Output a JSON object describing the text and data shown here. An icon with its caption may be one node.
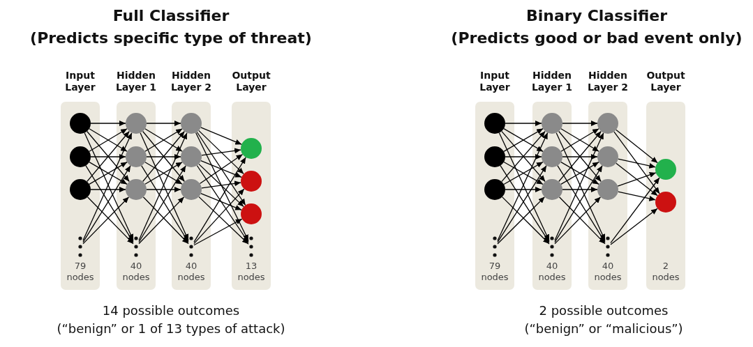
{
  "diagram": {
    "nodes": [
      {
        "text": [
          "Input Layer",
          "79 nodes"
        ]
      },
      {
        "text": [],
        "shape": "circle",
        "in": 0
      },
      {
        "text": [],
        "shape": "circle",
        "in": 0
      },
      {
        "text": [],
        "shape": "circle",
        "in": 0
      },
      {
        "text": [],
        "shape": "ellipsis",
        "in": 0
      },
      {
        "text": [
          "Hidden Layer 1",
          "40 nodes"
        ]
      },
      {
        "text": [],
        "shape": "circle",
        "in": 5
      },
      {
        "text": [],
        "shape": "circle",
        "in": 5
      },
      {
        "text": [],
        "shape": "circle",
        "in": 5
      },
      {
        "text": [],
        "shape": "ellipsis",
        "in": 5
      },
      {
        "text": [
          "Hidden Layer 2",
          "40 nodes"
        ]
      },
      {
        "text": [],
        "shape": "circle",
        "in": 10
      },
      {
        "text": [],
        "shape": "circle",
        "in": 10
      },
      {
        "text": [],
        "shape": "circle",
        "in": 10
      },
      {
        "text": [],
        "shape": "ellipsis",
        "in": 10
      },
      {
        "text": [
          "Output Layer",
          "13 nodes"
        ]
      },
      {
        "text": [],
        "shape": "circle",
        "in": 15
      },
      {
        "text": [],
        "shape": "circle",
        "in": 15
      },
      {
        "text": [],
        "shape": "circle",
        "in": 15
      },
      {
        "text": [],
        "shape": "ellipsis",
        "in": 15
      },
      {
        "text": [
          "Input Layer",
          "79 nodes"
        ]
      },
      {
        "text": [],
        "shape": "circle",
        "in": 20
      },
      {
        "text": [],
        "shape": "circle",
        "in": 20
      },
      {
        "text": [],
        "shape": "circle",
        "in": 20
      },
      {
        "text": [],
        "shape": "ellipsis",
        "in": 20
      },
      {
        "text": [
          "Hidden Layer 1",
          "40 nodes"
        ]
      },
      {
        "text": [],
        "shape": "circle",
        "in": 25
      },
      {
        "text": [],
        "shape": "circle",
        "in": 25
      },
      {
        "text": [],
        "shape": "circle",
        "in": 25
      },
      {
        "text": [],
        "shape": "ellipsis",
        "in": 25
      },
      {
        "text": [
          "Hidden Layer 2",
          "40 nodes"
        ]
      },
      {
        "text": [],
        "shape": "circle",
        "in": 30
      },
      {
        "text": [],
        "shape": "circle",
        "in": 30
      },
      {
        "text": [],
        "shape": "circle",
        "in": 30
      },
      {
        "text": [],
        "shape": "ellipsis",
        "in": 30
      },
      {
        "text": [
          "Output Layer",
          "2 nodes"
        ]
      },
      {
        "text": [],
        "shape": "circle",
        "in": 35
      },
      {
        "text": [],
        "shape": "circle",
        "in": 35
      }
    ],
    "edges": [
      {
        "from": 1,
        "to": 6,
        "arrow": "to"
      },
      {
        "from": 1,
        "to": 7,
        "arrow": "to"
      },
      {
        "from": 1,
        "to": 8,
        "arrow": "to"
      },
      {
        "from": 1,
        "to": 9,
        "arrow": "to"
      },
      {
        "from": 2,
        "to": 6,
        "arrow": "to"
      },
      {
        "from": 2,
        "to": 7,
        "arrow": "to"
      },
      {
        "from": 2,
        "to": 8,
        "arrow": "to"
      },
      {
        "from": 2,
        "to": 9,
        "arrow": "to"
      },
      {
        "from": 3,
        "to": 6,
        "arrow": "to"
      },
      {
        "from": 3,
        "to": 7,
        "arrow": "to"
      },
      {
        "from": 3,
        "to": 8,
        "arrow": "to"
      },
      {
        "from": 3,
        "to": 9,
        "arrow": "to"
      },
      {
        "from": 4,
        "to": 6,
        "arrow": "to"
      },
      {
        "from": 4,
        "to": 7,
        "arrow": "to"
      },
      {
        "from": 4,
        "to": 8,
        "arrow": "to"
      },
      {
        "from": 6,
        "to": 11,
        "arrow": "to"
      },
      {
        "from": 6,
        "to": 12,
        "arrow": "to"
      },
      {
        "from": 6,
        "to": 13,
        "arrow": "to"
      },
      {
        "from": 6,
        "to": 14,
        "arrow": "to"
      },
      {
        "from": 7,
        "to": 11,
        "arrow": "to"
      },
      {
        "from": 7,
        "to": 12,
        "arrow": "to"
      },
      {
        "from": 7,
        "to": 13,
        "arrow": "to"
      },
      {
        "from": 7,
        "to": 14,
        "arrow": "to"
      },
      {
        "from": 8,
        "to": 11,
        "arrow": "to"
      },
      {
        "from": 8,
        "to": 12,
        "arrow": "to"
      },
      {
        "from": 8,
        "to": 13,
        "arrow": "to"
      },
      {
        "from": 8,
        "to": 14,
        "arrow": "to"
      },
      {
        "from": 9,
        "to": 11,
        "arrow": "to"
      },
      {
        "from": 9,
        "to": 12,
        "arrow": "to"
      },
      {
        "from": 9,
        "to": 13,
        "arrow": "to"
      },
      {
        "from": 11,
        "to": 16,
        "arrow": "to"
      },
      {
        "from": 11,
        "to": 17,
        "arrow": "to"
      },
      {
        "from": 11,
        "to": 18,
        "arrow": "to"
      },
      {
        "from": 11,
        "to": 19,
        "arrow": "to"
      },
      {
        "from": 12,
        "to": 16,
        "arrow": "to"
      },
      {
        "from": 12,
        "to": 17,
        "arrow": "to"
      },
      {
        "from": 12,
        "to": 18,
        "arrow": "to"
      },
      {
        "from": 12,
        "to": 19,
        "arrow": "to"
      },
      {
        "from": 13,
        "to": 16,
        "arrow": "to"
      },
      {
        "from": 13,
        "to": 17,
        "arrow": "to"
      },
      {
        "from": 13,
        "to": 18,
        "arrow": "to"
      },
      {
        "from": 13,
        "to": 19,
        "arrow": "to"
      },
      {
        "from": 14,
        "to": 16,
        "arrow": "to"
      },
      {
        "from": 14,
        "to": 17,
        "arrow": "to"
      },
      {
        "from": 14,
        "to": 18,
        "arrow": "to"
      },
      {
        "from": 21,
        "to": 26,
        "arrow": "to"
      },
      {
        "from": 21,
        "to": 27,
        "arrow": "to"
      },
      {
        "from": 21,
        "to": 28,
        "arrow": "to"
      },
      {
        "from": 21,
        "to": 29,
        "arrow": "to"
      },
      {
        "from": 22,
        "to": 26,
        "arrow": "to"
      },
      {
        "from": 22,
        "to": 27,
        "arrow": "to"
      },
      {
        "from": 22,
        "to": 28,
        "arrow": "to"
      },
      {
        "from": 22,
        "to": 29,
        "arrow": "to"
      },
      {
        "from": 23,
        "to": 26,
        "arrow": "to"
      },
      {
        "from": 23,
        "to": 27,
        "arrow": "to"
      },
      {
        "from": 23,
        "to": 28,
        "arrow": "to"
      },
      {
        "from": 23,
        "to": 29,
        "arrow": "to"
      },
      {
        "from": 24,
        "to": 26,
        "arrow": "to"
      },
      {
        "from": 24,
        "to": 27,
        "arrow": "to"
      },
      {
        "from": 24,
        "to": 28,
        "arrow": "to"
      },
      {
        "from": 26,
        "to": 31,
        "arrow": "to"
      },
      {
        "from": 26,
        "to": 32,
        "arrow": "to"
      },
      {
        "from": 26,
        "to": 33,
        "arrow": "to"
      },
      {
        "from": 26,
        "to": 34,
        "arrow": "to"
      },
      {
        "from": 27,
        "to": 31,
        "arrow": "to"
      },
      {
        "from": 27,
        "to": 32,
        "arrow": "to"
      },
      {
        "from": 27,
        "to": 33,
        "arrow": "to"
      },
      {
        "from": 27,
        "to": 34,
        "arrow": "to"
      },
      {
        "from": 28,
        "to": 31,
        "arrow": "to"
      },
      {
        "from": 28,
        "to": 32,
        "arrow": "to"
      },
      {
        "from": 28,
        "to": 33,
        "arrow": "to"
      },
      {
        "from": 28,
        "to": 34,
        "arrow": "to"
      },
      {
        "from": 29,
        "to": 31,
        "arrow": "to"
      },
      {
        "from": 29,
        "to": 32,
        "arrow": "to"
      },
      {
        "from": 29,
        "to": 33,
        "arrow": "to"
      },
      {
        "from": 31,
        "to": 36,
        "arrow": "to"
      },
      {
        "from": 31,
        "to": 37,
        "arrow": "to"
      },
      {
        "from": 32,
        "to": 36,
        "arrow": "to"
      },
      {
        "from": 32,
        "to": 37,
        "arrow": "to"
      },
      {
        "from": 33,
        "to": 36,
        "arrow": "to"
      },
      {
        "from": 33,
        "to": 37,
        "arrow": "to"
      },
      {
        "from": 34,
        "to": 36,
        "arrow": "to"
      },
      {
        "from": 34,
        "to": 37,
        "arrow": "to"
      }
    ],
    "labels": [
      "Full Classifier",
      "(Predicts specific type of threat)",
      "Binary Classifier",
      "(Predicts good or bad event only)",
      "14 possible outcomes",
      "(“benign” or 1 of 13 types of attack)",
      "2 possible outcomes",
      "(“benign” or “malicious”)"
    ]
  }
}
